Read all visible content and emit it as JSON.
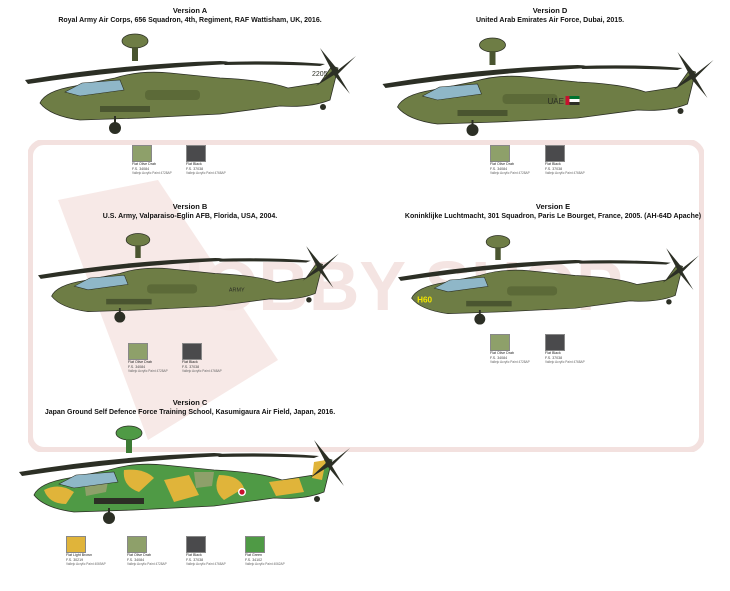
{
  "watermark": {
    "text": "HOBBY SHOP"
  },
  "colors": {
    "olive_drab": "#8ea06a",
    "black": "#4a4a4c",
    "light_brown": "#e0b43a",
    "green": "#4f9a45",
    "heli_green": "#6e7d45",
    "heli_dark": "#2c2f25"
  },
  "versions": [
    {
      "id": "A",
      "title": "Version A",
      "description": "Royal Army Air Corps, 656 Squadron, 4th, Regiment, RAF Wattisham, UK, 2016.",
      "swatches": [
        {
          "name": "Flat Olive Drab",
          "fs": "F.S. 34084",
          "paint": "Vallejo Acrylic Paint 4728AP",
          "color": "olive_drab"
        },
        {
          "name": "Flat Black",
          "fs": "F.S. 37038",
          "paint": "Vallejo Acrylic Paint 4768AP",
          "color": "black"
        }
      ],
      "markings": "2205"
    },
    {
      "id": "D",
      "title": "Version D",
      "description": "United Arab Emirates Air Force, Dubai, 2015.",
      "swatches": [
        {
          "name": "Flat Olive Drab",
          "fs": "F.S. 34084",
          "paint": "Vallejo Acrylic Paint 4728AP",
          "color": "olive_drab"
        },
        {
          "name": "Flat Black",
          "fs": "F.S. 37038",
          "paint": "Vallejo Acrylic Paint 4768AP",
          "color": "black"
        }
      ],
      "markings": "UAE"
    },
    {
      "id": "B",
      "title": "Version B",
      "description": "U.S. Army, Valparaiso-Eglin AFB, Florida, USA, 2004.",
      "swatches": [
        {
          "name": "Flat Olive Drab",
          "fs": "F.S. 34084",
          "paint": "Vallejo Acrylic Paint 4728AP",
          "color": "olive_drab"
        },
        {
          "name": "Flat Black",
          "fs": "F.S. 37038",
          "paint": "Vallejo Acrylic Paint 4768AP",
          "color": "black"
        }
      ],
      "markings": "ARMY"
    },
    {
      "id": "E",
      "title": "Version E",
      "description": "Koninklijke Luchtmacht, 301 Squadron, Paris Le Bourget, France, 2005. (AH-64D Apache)",
      "swatches": [
        {
          "name": "Flat Olive Drab",
          "fs": "F.S. 34084",
          "paint": "Vallejo Acrylic Paint 4728AP",
          "color": "olive_drab"
        },
        {
          "name": "Flat Black",
          "fs": "F.S. 37038",
          "paint": "Vallejo Acrylic Paint 4768AP",
          "color": "black"
        }
      ],
      "markings": "H60"
    },
    {
      "id": "C",
      "title": "Version C",
      "description": "Japan Ground Self Defence Force Training School, Kasumigaura Air Field, Japan, 2016.",
      "swatches": [
        {
          "name": "Flat Light Brown",
          "fs": "F.S. 30219",
          "paint": "Vallejo Acrylic Paint 4069AP",
          "color": "light_brown"
        },
        {
          "name": "Flat Olive Drab",
          "fs": "F.S. 34084",
          "paint": "Vallejo Acrylic Paint 4728AP",
          "color": "olive_drab"
        },
        {
          "name": "Flat Black",
          "fs": "F.S. 37038",
          "paint": "Vallejo Acrylic Paint 4768AP",
          "color": "black"
        },
        {
          "name": "Flat Green",
          "fs": "F.S. 34102",
          "paint": "Vallejo Acrylic Paint 4062AP",
          "color": "green"
        }
      ],
      "markings": ""
    }
  ]
}
